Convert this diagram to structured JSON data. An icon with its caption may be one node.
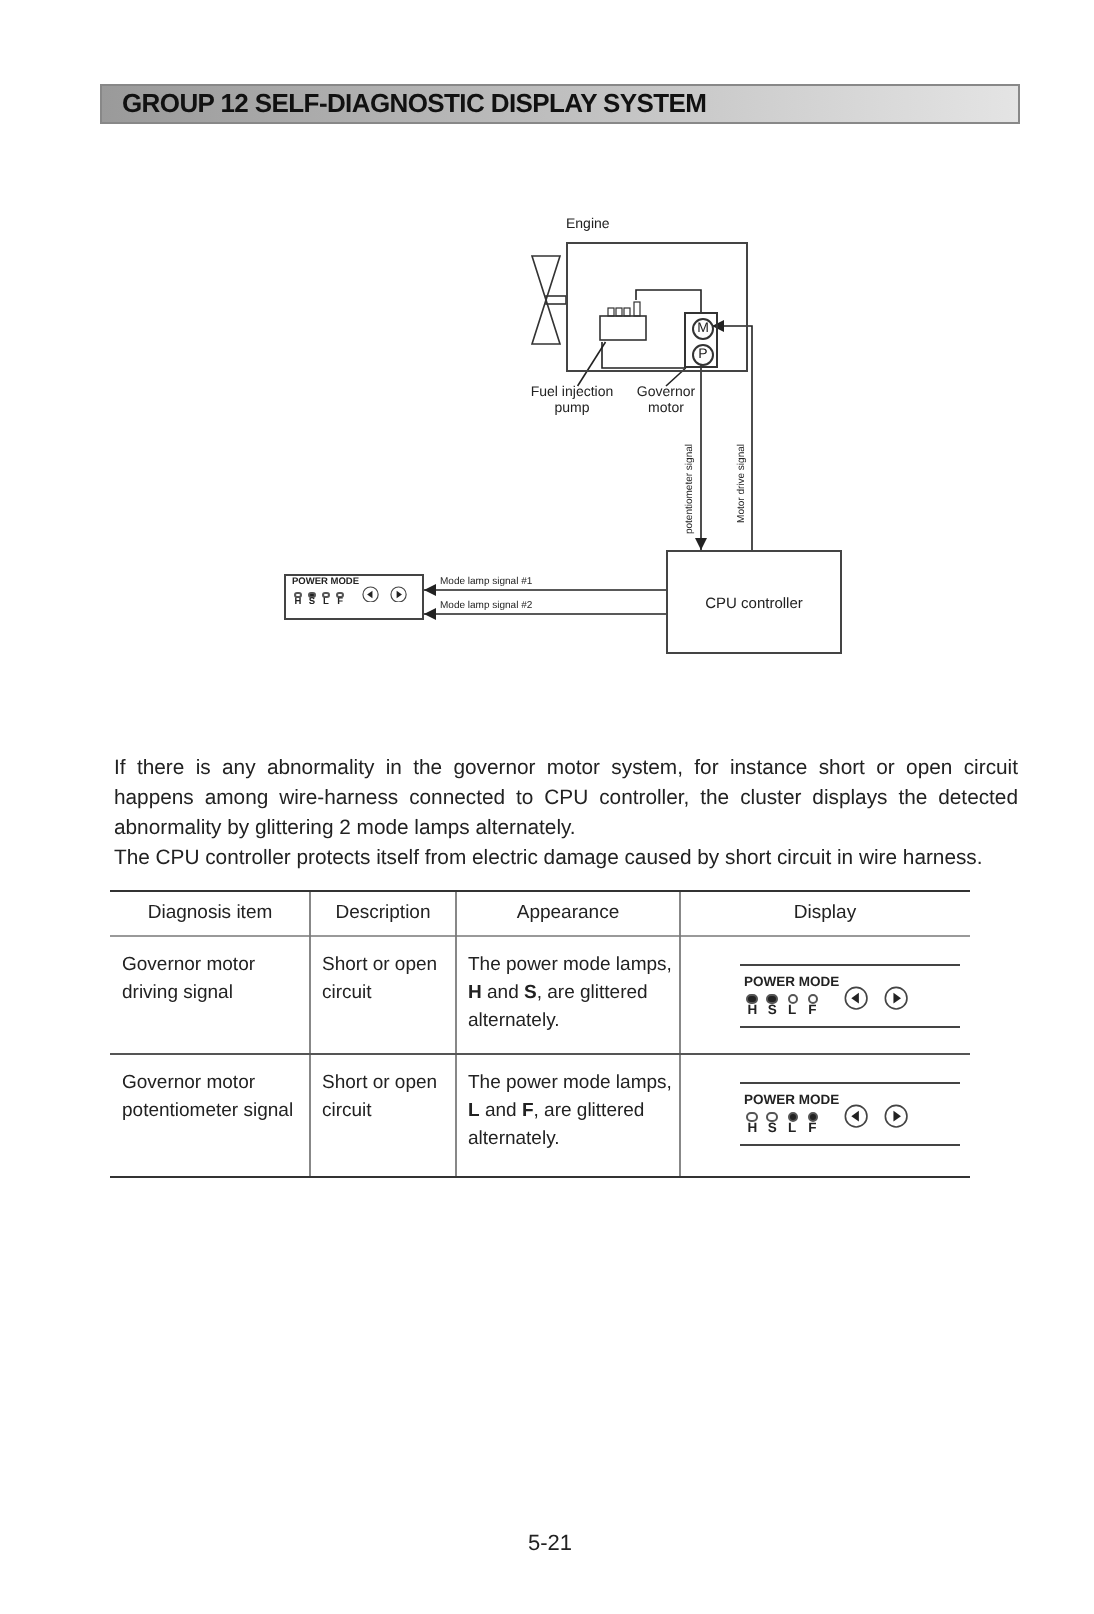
{
  "diagram": {
    "title": "GROUP 12 SELF-DIAGNOSTIC DISPLAY SYSTEM",
    "nodes": [
      {
        "text": [
          "Engine"
        ]
      },
      {
        "text": [],
        "shape": "pump",
        "in": 0
      },
      {
        "text": [],
        "shape": "box",
        "in": 0
      },
      {
        "text": [
          "M"
        ],
        "in": 2
      },
      {
        "text": [
          "P"
        ],
        "in": 2
      },
      {
        "text": [
          "Fuel injection pump"
        ]
      },
      {
        "text": [
          "Governor motor"
        ]
      },
      {
        "text": [
          "CPU controller"
        ]
      },
      {
        "text": [
          "POWER MODE",
          "H",
          "S",
          "L",
          "F"
        ]
      }
    ],
    "edges": [
      {
        "from": 5,
        "to": 1,
        "arrow": "none"
      },
      {
        "from": 6,
        "to": 2,
        "arrow": "none"
      },
      {
        "from": 4,
        "to": 7,
        "arrow": "to",
        "label": "potentiometer signal"
      },
      {
        "from": 7,
        "to": 3,
        "arrow": "to",
        "label": "Motor drive signal"
      },
      {
        "from": 7,
        "to": 8,
        "arrow": "to",
        "label": "Mode lamp signal #1"
      },
      {
        "from": 7,
        "to": 8,
        "arrow": "to",
        "label": "Mode lamp signal #2"
      },
      {
        "from": 1,
        "to": 2,
        "arrow": "none"
      },
      {
        "from": 1,
        "to": 2,
        "arrow": "none"
      }
    ],
    "labels": [
      "If there is any abnormality in the governor motor system, for instance short or open circuit happens among wire-harness connected to CPU controller, the cluster displays the detected abnormality by glittering 2 mode lamps alternately.",
      "The CPU controller protects itself from electric damage caused by short circuit in wire harness.",
      "Diagnosis item",
      "Description",
      "Appearance",
      "Display",
      "Governor motor driving signal",
      "Short or open circuit",
      "The power mode lamps, **H** and **S**, are glittered alternately.",
      "POWER MODE",
      "H",
      "S",
      "L",
      "F",
      "Governor motor potentiometer signal",
      "Short or open circuit",
      "The power mode lamps, **L** and **F**, are glittered alternately.",
      "POWER MODE",
      "H",
      "S",
      "L",
      "F",
      "5-21"
    ]
  }
}
